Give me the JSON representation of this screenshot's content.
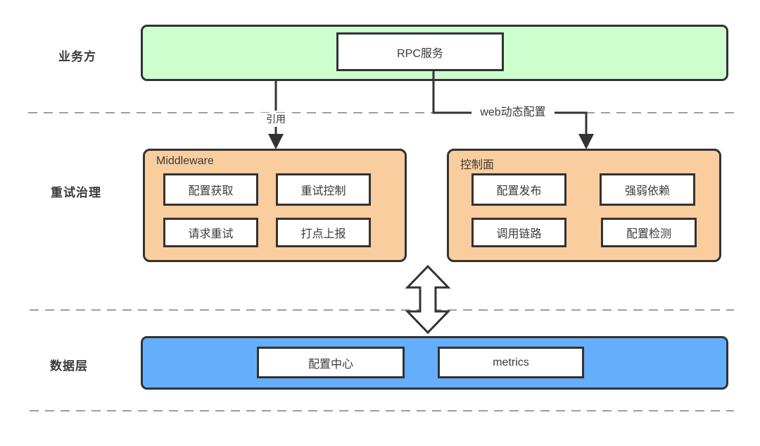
{
  "colors": {
    "green": "#cdfecd",
    "orange": "#f9cd9e",
    "blue": "#64aefb",
    "border": "#333333",
    "dash": "#9e9e9e",
    "text": "#3a3a3a"
  },
  "rows": {
    "business": "业务方",
    "retry": "重试治理",
    "data": "数据层"
  },
  "business_layer": {
    "rpc": "RPC服务"
  },
  "edges": {
    "reference": "引用",
    "web_config": "web动态配置"
  },
  "middleware": {
    "title": "Middleware",
    "items": [
      "配置获取",
      "重试控制",
      "请求重试",
      "打点上报"
    ]
  },
  "control_plane": {
    "title": "控制面",
    "items": [
      "配置发布",
      "强弱依赖",
      "调用链路",
      "配置检测"
    ]
  },
  "data_layer": {
    "items": [
      "配置中心",
      "metrics"
    ]
  }
}
